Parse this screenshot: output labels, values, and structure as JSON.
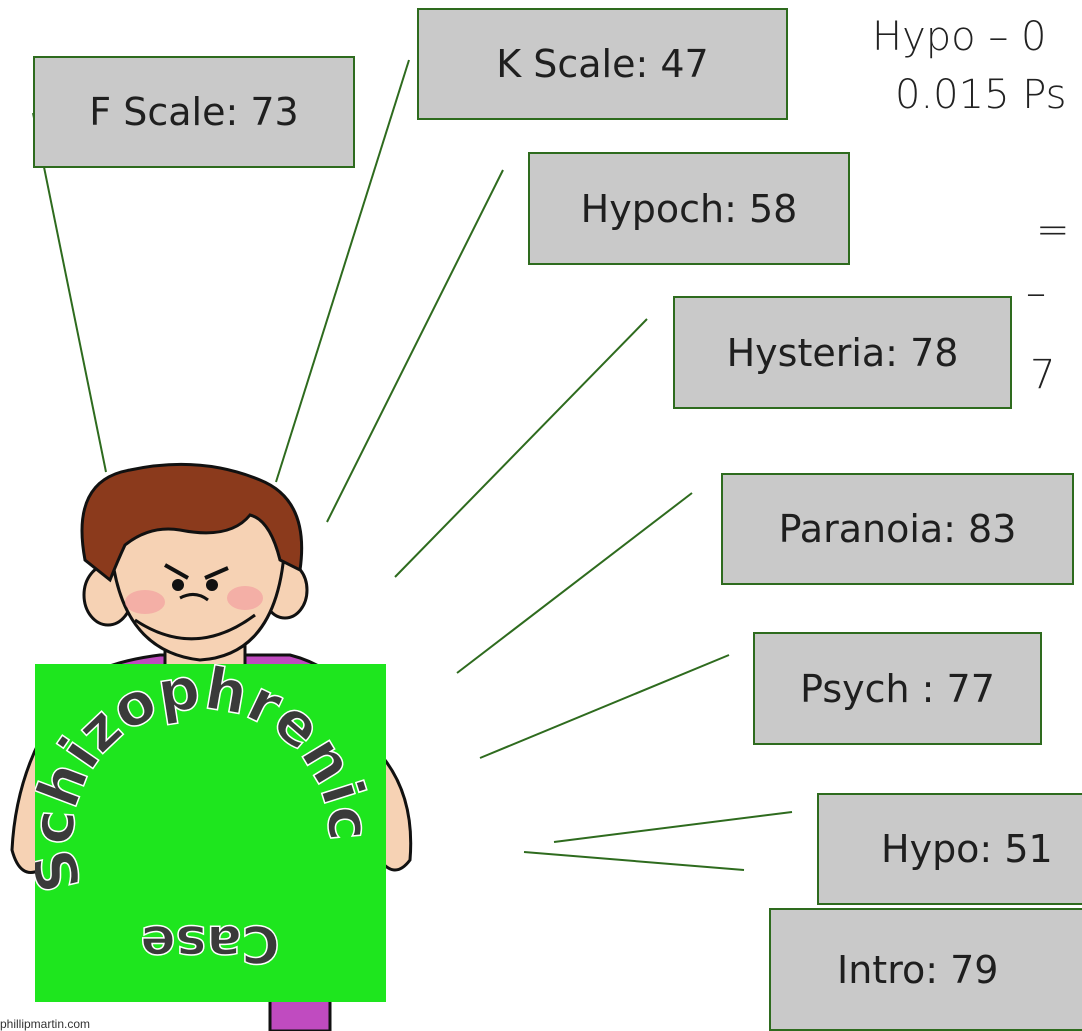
{
  "scales": {
    "f_scale": "F Scale: 73",
    "k_scale": "K Scale: 47",
    "hypoch": "Hypoch: 58",
    "hysteria": "Hysteria: 78",
    "paranoia": "Paranoia: 83",
    "psych": "Psych : 77",
    "hypo": "Hypo: 51",
    "intro": "Intro: 79"
  },
  "formula": {
    "line1": "Hypo – 0",
    "line2": "0.015 Ps",
    "line3": "=",
    "line4": "–",
    "line5": "7"
  },
  "badge": {
    "arc_text": "Schizophrenic",
    "case_text": "Case"
  },
  "credit": "phillipmartin.com",
  "colors": {
    "box_fill": "#c9c9c9",
    "box_border": "#2e6b1e",
    "connector": "#2e6b1e",
    "badge_green": "#1ee61e",
    "shirt": "#c04bc0",
    "hair": "#8b3a1c",
    "skin": "#f6d2b4"
  }
}
